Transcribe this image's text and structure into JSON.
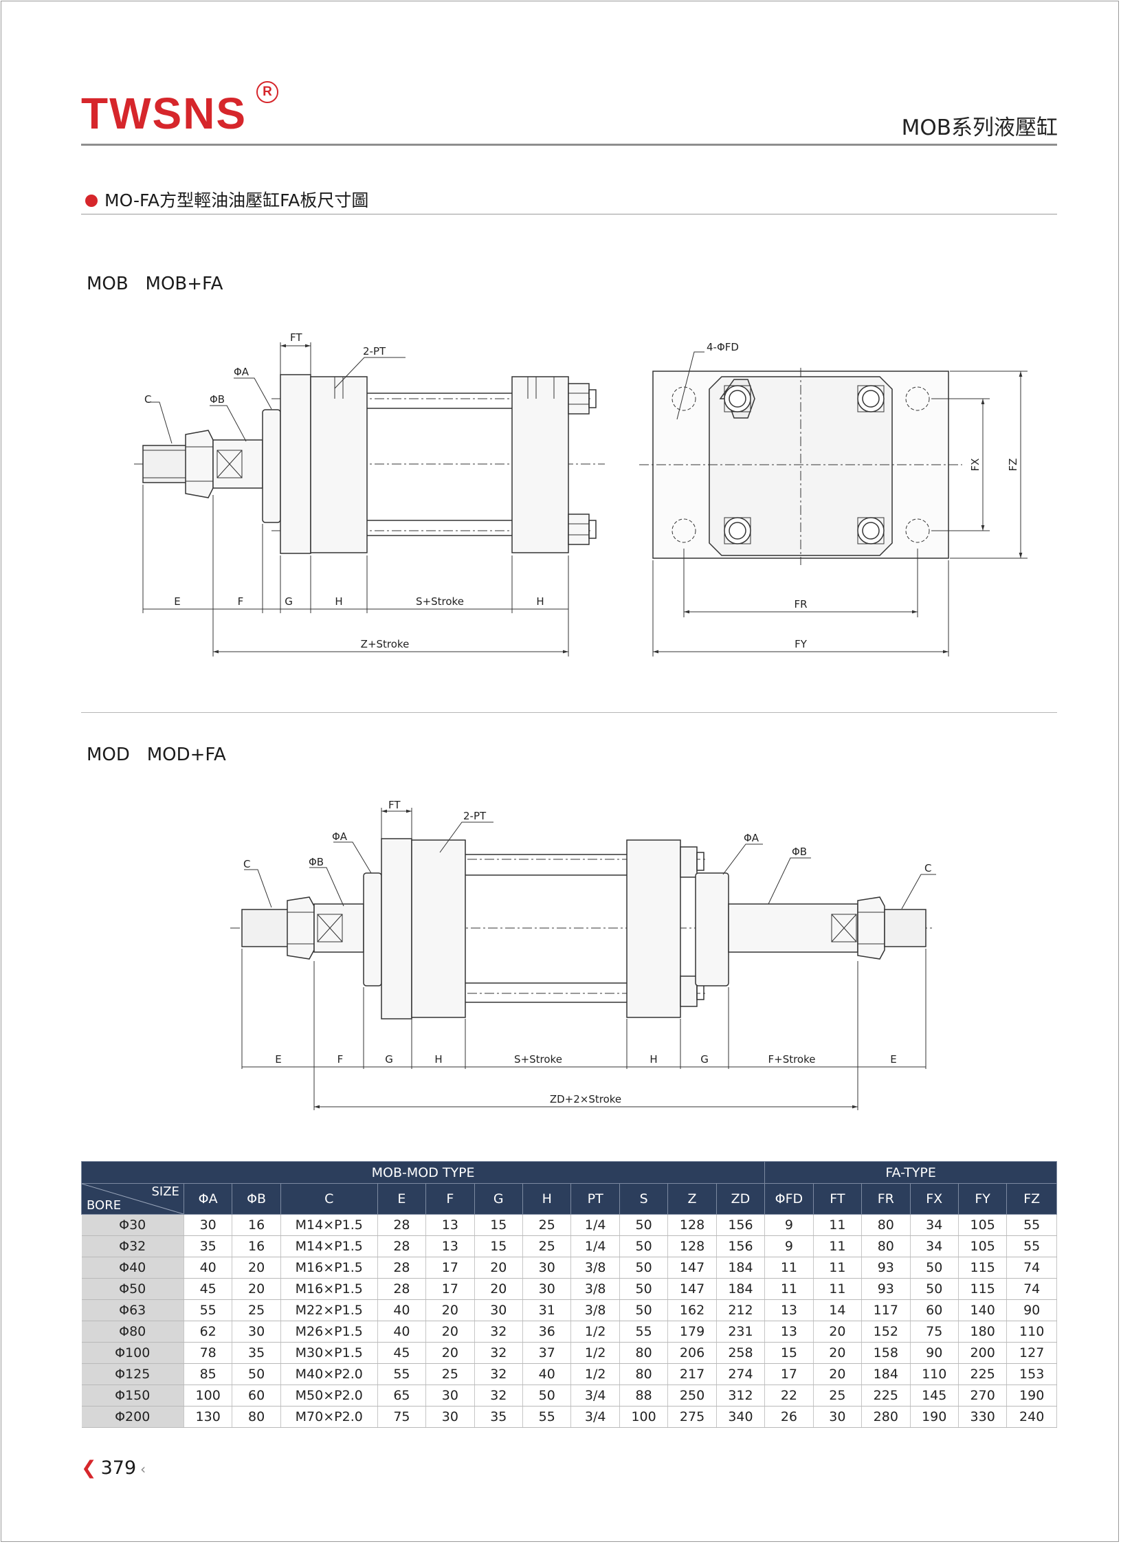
{
  "brand": {
    "name": "TWSNS",
    "registered_mark": "R"
  },
  "series_title": "MOB系列液壓缸",
  "section_title": "MO-FA方型輕油油壓缸FA板尺寸圖",
  "diagram_mob": {
    "label": "MOB   MOB+FA",
    "callouts": {
      "ft": "FT",
      "pt": "2-PT",
      "phi_a": "ΦA",
      "phi_b": "ΦB",
      "c": "C",
      "fd": "4-ΦFD",
      "fx": "FX",
      "fz": "FZ"
    },
    "dims": {
      "e": "E",
      "f": "F",
      "g": "G",
      "h1": "H",
      "s": "S+Stroke",
      "h2": "H",
      "z": "Z+Stroke",
      "fr": "FR",
      "fy": "FY"
    }
  },
  "diagram_mod": {
    "label": "MOD   MOD+FA",
    "callouts": {
      "ft": "FT",
      "pt": "2-PT",
      "phi_a_l": "ΦA",
      "phi_b_l": "ΦB",
      "c_l": "C",
      "phi_a_r": "ΦA",
      "phi_b_r": "ΦB",
      "c_r": "C"
    },
    "dims": {
      "e1": "E",
      "f1": "F",
      "g1": "G",
      "h1": "H",
      "s": "S+Stroke",
      "h2": "H",
      "g2": "G",
      "fs": "F+Stroke",
      "e2": "E",
      "zd": "ZD+2×Stroke"
    }
  },
  "table": {
    "group_mob_mod": "MOB-MOD TYPE",
    "group_fa": "FA-TYPE",
    "corner_size": "SIZE",
    "corner_bore": "BORE",
    "headers": [
      "ΦA",
      "ΦB",
      "C",
      "E",
      "F",
      "G",
      "H",
      "PT",
      "S",
      "Z",
      "ZD",
      "ΦFD",
      "FT",
      "FR",
      "FX",
      "FY",
      "FZ"
    ],
    "rows": [
      [
        "Φ30",
        "30",
        "16",
        "M14×P1.5",
        "28",
        "13",
        "15",
        "25",
        "1/4",
        "50",
        "128",
        "156",
        "9",
        "11",
        "80",
        "34",
        "105",
        "55"
      ],
      [
        "Φ32",
        "35",
        "16",
        "M14×P1.5",
        "28",
        "13",
        "15",
        "25",
        "1/4",
        "50",
        "128",
        "156",
        "9",
        "11",
        "80",
        "34",
        "105",
        "55"
      ],
      [
        "Φ40",
        "40",
        "20",
        "M16×P1.5",
        "28",
        "17",
        "20",
        "30",
        "3/8",
        "50",
        "147",
        "184",
        "11",
        "11",
        "93",
        "50",
        "115",
        "74"
      ],
      [
        "Φ50",
        "45",
        "20",
        "M16×P1.5",
        "28",
        "17",
        "20",
        "30",
        "3/8",
        "50",
        "147",
        "184",
        "11",
        "11",
        "93",
        "50",
        "115",
        "74"
      ],
      [
        "Φ63",
        "55",
        "25",
        "M22×P1.5",
        "40",
        "20",
        "30",
        "31",
        "3/8",
        "50",
        "162",
        "212",
        "13",
        "14",
        "117",
        "60",
        "140",
        "90"
      ],
      [
        "Φ80",
        "62",
        "30",
        "M26×P1.5",
        "40",
        "20",
        "32",
        "36",
        "1/2",
        "55",
        "179",
        "231",
        "13",
        "20",
        "152",
        "75",
        "180",
        "110"
      ],
      [
        "Φ100",
        "78",
        "35",
        "M30×P1.5",
        "45",
        "20",
        "32",
        "37",
        "1/2",
        "80",
        "206",
        "258",
        "15",
        "20",
        "158",
        "90",
        "200",
        "127"
      ],
      [
        "Φ125",
        "85",
        "50",
        "M40×P2.0",
        "55",
        "25",
        "32",
        "40",
        "1/2",
        "80",
        "217",
        "274",
        "17",
        "20",
        "184",
        "110",
        "225",
        "153"
      ],
      [
        "Φ150",
        "100",
        "60",
        "M50×P2.0",
        "65",
        "30",
        "32",
        "50",
        "3/4",
        "88",
        "250",
        "312",
        "22",
        "25",
        "225",
        "145",
        "270",
        "190"
      ],
      [
        "Φ200",
        "130",
        "80",
        "M70×P2.0",
        "75",
        "30",
        "35",
        "55",
        "3/4",
        "100",
        "275",
        "340",
        "26",
        "30",
        "280",
        "190",
        "330",
        "240"
      ]
    ]
  },
  "page_number": "379"
}
